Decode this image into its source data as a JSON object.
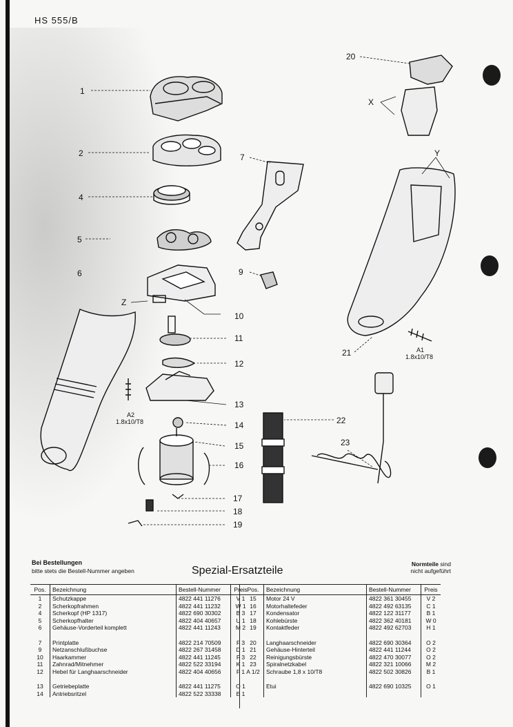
{
  "document": {
    "model": "HS 555/B"
  },
  "callouts": {
    "p1": "1",
    "p2": "2",
    "p4": "4",
    "p5": "5",
    "p6": "6",
    "p7": "7",
    "p9": "9",
    "p10": "10",
    "p11": "11",
    "p12": "12",
    "p13": "13",
    "p14": "14",
    "p15": "15",
    "p16": "16",
    "p17": "17",
    "p18": "18",
    "p19": "19",
    "p20": "20",
    "p21": "21",
    "p22": "22",
    "p23": "23",
    "x": "X",
    "y": "Y",
    "z": "Z",
    "a1": "A1",
    "a1_size": "1.8x10/T8",
    "a2": "A2",
    "a2_size": "1.8x10/T8"
  },
  "footer": {
    "order_title": "Bei Bestellungen",
    "order_sub": "bitte stets die Bestell-Nummer angeben",
    "title": "Spezial-Ersatzteile",
    "norm_bold": "Normteile",
    "norm_rest": "sind",
    "norm_line2": "nicht aufgeführt"
  },
  "table": {
    "headers": {
      "pos": "Pos.",
      "desc_left": "Bezeichnung",
      "desc_right": "Bezeichnung",
      "order_no": "Bestell-Nummer",
      "price": "Preis"
    },
    "left": [
      {
        "pos": "1",
        "desc": "Schutzkappe",
        "no": "4822 441 11276",
        "price": "V 1"
      },
      {
        "pos": "2",
        "desc": "Scherkopfrahmen",
        "no": "4822 441 11232",
        "price": "W 1"
      },
      {
        "pos": "4",
        "desc": "Scherkopf (HP 1317)",
        "no": "4822 690 30302",
        "price": "B 3"
      },
      {
        "pos": "5",
        "desc": "Scherkopfhalter",
        "no": "4822 404 40657",
        "price": "U 1"
      },
      {
        "pos": "6",
        "desc": "Gehäuse-Vorderteil komplett",
        "no": "4822 441 11243",
        "price": "M 2"
      },
      {
        "pos": "",
        "desc": "",
        "no": "",
        "price": ""
      },
      {
        "pos": "7",
        "desc": "Printplatte",
        "no": "4822 214 70509",
        "price": "F 3"
      },
      {
        "pos": "9",
        "desc": "Netzanschlußbuchse",
        "no": "4822 267 31458",
        "price": "D 1"
      },
      {
        "pos": "10",
        "desc": "Haarkammer",
        "no": "4822 441 11245",
        "price": "F 3"
      },
      {
        "pos": "11",
        "desc": "Zahnrad/Mitnehmer",
        "no": "4822 522 33194",
        "price": "K 1"
      },
      {
        "pos": "12",
        "desc": "Hebel für Langhaarschneider",
        "no": "4822 404 40656",
        "price": "F 1"
      },
      {
        "pos": "",
        "desc": "",
        "no": "",
        "price": ""
      },
      {
        "pos": "13",
        "desc": "Getriebeplatte",
        "no": "4822 441 11275",
        "price": "O 1"
      },
      {
        "pos": "14",
        "desc": "Antriebsritzel",
        "no": "4822 522 33338",
        "price": "E 1"
      }
    ],
    "right": [
      {
        "pos": "15",
        "desc": "Motor 24 V",
        "no": "4822 361 30455",
        "price": "V 2"
      },
      {
        "pos": "16",
        "desc": "Motorhaltefeder",
        "no": "4822 492 63135",
        "price": "C 1"
      },
      {
        "pos": "17",
        "desc": "Kondensator",
        "no": "4822 122 31177",
        "price": "B 1"
      },
      {
        "pos": "18",
        "desc": "Kohlebürste",
        "no": "4822 362 40181",
        "price": "W 0"
      },
      {
        "pos": "19",
        "desc": "Kontaktfeder",
        "no": "4822 492 62703",
        "price": "H 1"
      },
      {
        "pos": "",
        "desc": "",
        "no": "",
        "price": ""
      },
      {
        "pos": "20",
        "desc": "Langhaarschneider",
        "no": "4822 690 30364",
        "price": "O 2"
      },
      {
        "pos": "21",
        "desc": "Gehäuse-Hinterteil",
        "no": "4822 441 11244",
        "price": "O 2"
      },
      {
        "pos": "22",
        "desc": "Reinigungsbürste",
        "no": "4822 470 30077",
        "price": "O 2"
      },
      {
        "pos": "23",
        "desc": "Spiralnetzkabel",
        "no": "4822 321 10066",
        "price": "M 2"
      },
      {
        "pos": "A 1/2",
        "desc": "Schraube 1,8 x 10/T8",
        "no": "4822 502 30826",
        "price": "B 1"
      },
      {
        "pos": "",
        "desc": "",
        "no": "",
        "price": ""
      },
      {
        "pos": "",
        "desc": "Etui",
        "no": "4822 690 10325",
        "price": "O 1"
      },
      {
        "pos": "",
        "desc": "",
        "no": "",
        "price": ""
      }
    ]
  }
}
